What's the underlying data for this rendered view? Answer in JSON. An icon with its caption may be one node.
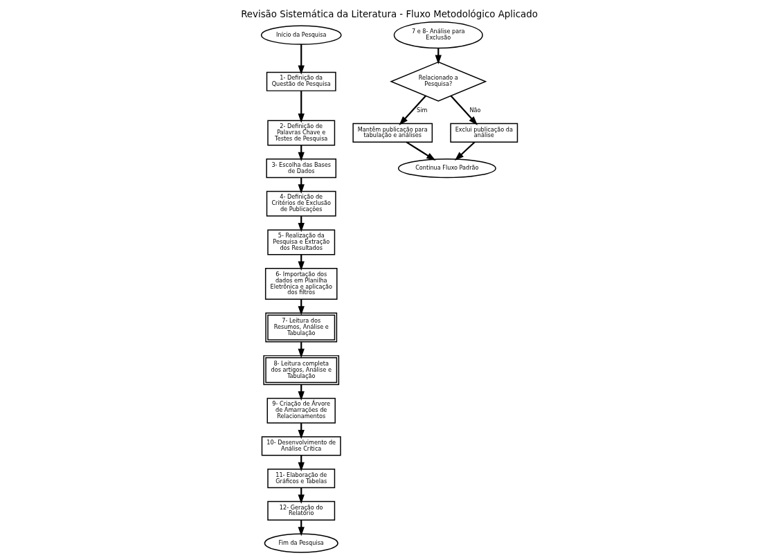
{
  "diagram": {
    "title": "Revisão Sistemática da Literatura - Fluxo Metodológico Aplicado",
    "nodes": [
      {
        "text": [
          "Início da Pesquisa"
        ]
      },
      {
        "text": [
          "1- Definição da Questão de Pesquisa"
        ]
      },
      {
        "text": [
          "2- Definição de Palavras Chave e Testes de Pesquisa"
        ]
      },
      {
        "text": [
          "3- Escolha das Bases de Dados"
        ]
      },
      {
        "text": [
          "4- Definição de Critérios de Exclusão de Publicações"
        ]
      },
      {
        "text": [
          "5- Realização da Pesquisa e Extração dos Resultados"
        ]
      },
      {
        "text": [
          "6- Importação dos dados em Planilha Eletrônica e aplicação dos filtros"
        ]
      },
      {
        "text": [
          "7- Leitura dos Resumos, Análise e Tabulação"
        ]
      },
      {
        "text": [
          "8- Leitura completa dos artigos, Análise e Tabulação"
        ]
      },
      {
        "text": [
          "9- Criação de Árvore de Amarrações de Relacionamentos"
        ]
      },
      {
        "text": [
          "10- Desenvolvimento de Análise Crítica"
        ]
      },
      {
        "text": [
          "11- Elaboração de Gráficos e Tabelas"
        ]
      },
      {
        "text": [
          "12- Geração do Relatório"
        ]
      },
      {
        "text": [
          "Fim da Pesquisa"
        ]
      },
      {
        "text": [
          "7 e 8- Análise para Exclusão"
        ]
      },
      {
        "text": [
          "Relacionado a Pesquisa?"
        ]
      },
      {
        "text": [
          "Mantêm publicação para tabulação e análises"
        ]
      },
      {
        "text": [
          "Exclui publicação da análise"
        ]
      },
      {
        "text": [
          "Continua Fluxo Padrão"
        ]
      }
    ],
    "edges": [
      {
        "from": 0,
        "to": 1,
        "arrow": "to"
      },
      {
        "from": 1,
        "to": 2,
        "arrow": "to"
      },
      {
        "from": 2,
        "to": 3,
        "arrow": "to"
      },
      {
        "from": 3,
        "to": 4,
        "arrow": "to"
      },
      {
        "from": 4,
        "to": 5,
        "arrow": "to"
      },
      {
        "from": 5,
        "to": 6,
        "arrow": "to"
      },
      {
        "from": 6,
        "to": 7,
        "arrow": "to"
      },
      {
        "from": 7,
        "to": 8,
        "arrow": "to"
      },
      {
        "from": 8,
        "to": 9,
        "arrow": "to"
      },
      {
        "from": 9,
        "to": 10,
        "arrow": "to"
      },
      {
        "from": 10,
        "to": 11,
        "arrow": "to"
      },
      {
        "from": 11,
        "to": 12,
        "arrow": "to"
      },
      {
        "from": 12,
        "to": 13,
        "arrow": "to"
      },
      {
        "from": 14,
        "to": 15,
        "arrow": "to"
      },
      {
        "from": 15,
        "to": 16,
        "label": "Sim",
        "arrow": "to"
      },
      {
        "from": 15,
        "to": 17,
        "label": "Não",
        "arrow": "to"
      },
      {
        "from": 16,
        "to": 18,
        "arrow": "to"
      },
      {
        "from": 17,
        "to": 18,
        "arrow": "to"
      }
    ]
  }
}
